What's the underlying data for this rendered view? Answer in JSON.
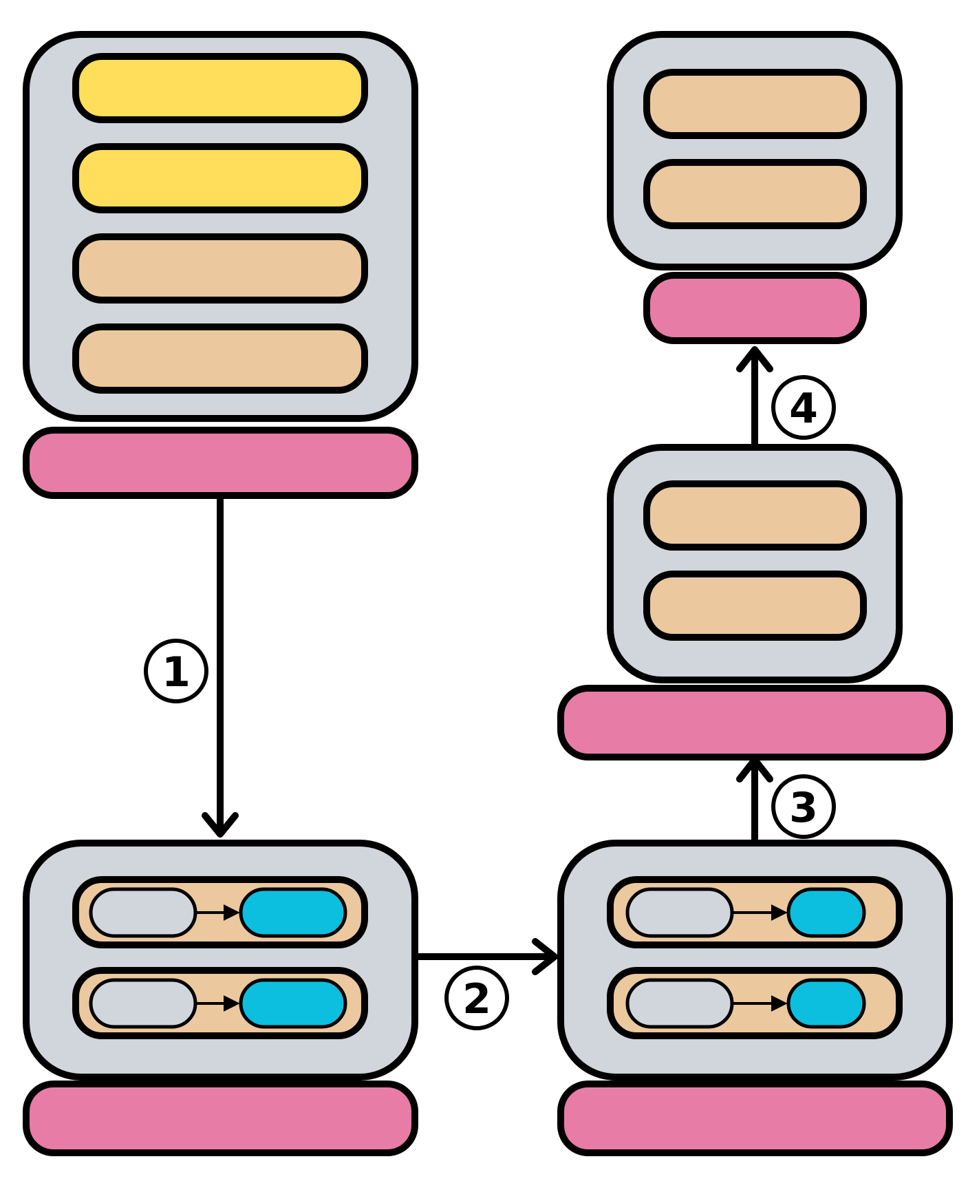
{
  "colors": {
    "stroke": "#000000",
    "container": "#d1d5dc",
    "yellow_bar": "#fede5a",
    "tan_bar": "#ecc89e",
    "pink_base": "#e77da6",
    "gray_pill": "#d1d5dc",
    "cyan_pill": "#0cbfdf",
    "background": "#ffffff"
  },
  "steps": [
    {
      "id": "1",
      "label": "1"
    },
    {
      "id": "2",
      "label": "2"
    },
    {
      "id": "3",
      "label": "3"
    },
    {
      "id": "4",
      "label": "4"
    }
  ],
  "blocks": {
    "top_left": {
      "bars": [
        "yellow",
        "yellow",
        "tan",
        "tan"
      ]
    },
    "bottom_left": {
      "rows": 2
    },
    "bottom_right": {
      "rows": 2
    },
    "mid_right": {
      "bars": [
        "tan",
        "tan"
      ]
    },
    "top_right": {
      "bars": [
        "tan",
        "tan"
      ]
    }
  },
  "icons": {
    "arrow": "arrow-icon",
    "step_badge": "numbered-circle-icon"
  }
}
